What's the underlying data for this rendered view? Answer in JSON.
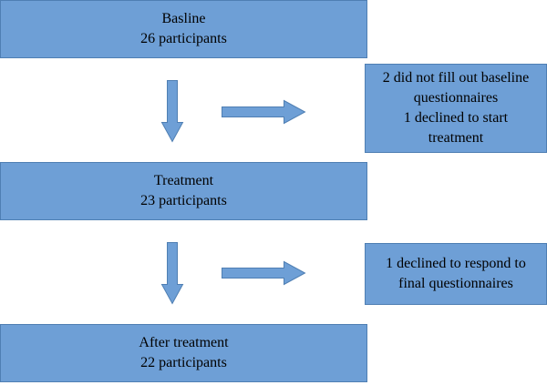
{
  "flow": {
    "baseline": {
      "line1": "Basline",
      "line2": "26 participants"
    },
    "treatment": {
      "line1": "Treatment",
      "line2": "23 participants"
    },
    "after": {
      "line1": "After treatment",
      "line2": "22 participants"
    }
  },
  "exclusions": {
    "first": {
      "line1": "2 did not fill out baseline",
      "line2": "questionnaires",
      "line3": "1 declined to start",
      "line4": "treatment"
    },
    "second": {
      "line1": "1 declined to respond to",
      "line2": "final questionnaires"
    }
  },
  "style": {
    "box_fill": "#6e9fd6",
    "box_border": "#4f7fb3"
  }
}
